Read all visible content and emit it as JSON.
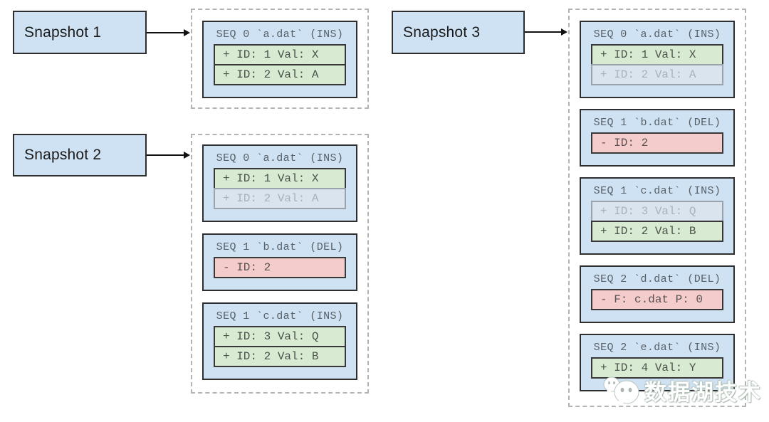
{
  "groups": [
    {
      "label": "Snapshot 1",
      "files": [
        {
          "header": "SEQ 0 `a.dat` (INS)",
          "rows": [
            {
              "text": "+ ID: 1 Val: X",
              "type": "add"
            },
            {
              "text": "+ ID: 2 Val: A",
              "type": "add"
            }
          ]
        }
      ]
    },
    {
      "label": "Snapshot 2",
      "files": [
        {
          "header": "SEQ 0 `a.dat` (INS)",
          "rows": [
            {
              "text": "+ ID: 1 Val: X",
              "type": "add"
            },
            {
              "text": "+ ID: 2 Val: A",
              "type": "faded"
            }
          ]
        },
        {
          "header": "SEQ 1 `b.dat` (DEL)",
          "rows": [
            {
              "text": "- ID: 2",
              "type": "del"
            }
          ]
        },
        {
          "header": "SEQ 1 `c.dat` (INS)",
          "rows": [
            {
              "text": "+ ID: 3 Val: Q",
              "type": "add"
            },
            {
              "text": "+ ID: 2 Val: B",
              "type": "add"
            }
          ]
        }
      ]
    },
    {
      "label": "Snapshot 3",
      "files": [
        {
          "header": "SEQ 0 `a.dat` (INS)",
          "rows": [
            {
              "text": "+ ID: 1 Val: X",
              "type": "add"
            },
            {
              "text": "+ ID: 2 Val: A",
              "type": "faded"
            }
          ]
        },
        {
          "header": "SEQ 1 `b.dat` (DEL)",
          "rows": [
            {
              "text": "- ID: 2",
              "type": "del"
            }
          ]
        },
        {
          "header": "SEQ 1 `c.dat` (INS)",
          "rows": [
            {
              "text": "+ ID: 3 Val: Q",
              "type": "faded"
            },
            {
              "text": "+ ID: 2 Val: B",
              "type": "add"
            }
          ]
        },
        {
          "header": "SEQ 2 `d.dat` (DEL)",
          "rows": [
            {
              "text": "- F: c.dat P: 0",
              "type": "del"
            }
          ]
        },
        {
          "header": "SEQ 2 `e.dat` (INS)",
          "rows": [
            {
              "text": "+ ID: 4 Val: Y",
              "type": "add"
            }
          ]
        }
      ]
    }
  ],
  "watermark": {
    "text": "数据湖技术",
    "icon": "wechat-logo"
  },
  "colors": {
    "box_blue": "#cfe2f3",
    "row_add_green": "#d9ead3",
    "row_del_red": "#f4cccc",
    "row_faded_blue": "#d9e4ee",
    "border_dark": "#2e2e2e",
    "dashed_border": "#b3b3b3"
  }
}
